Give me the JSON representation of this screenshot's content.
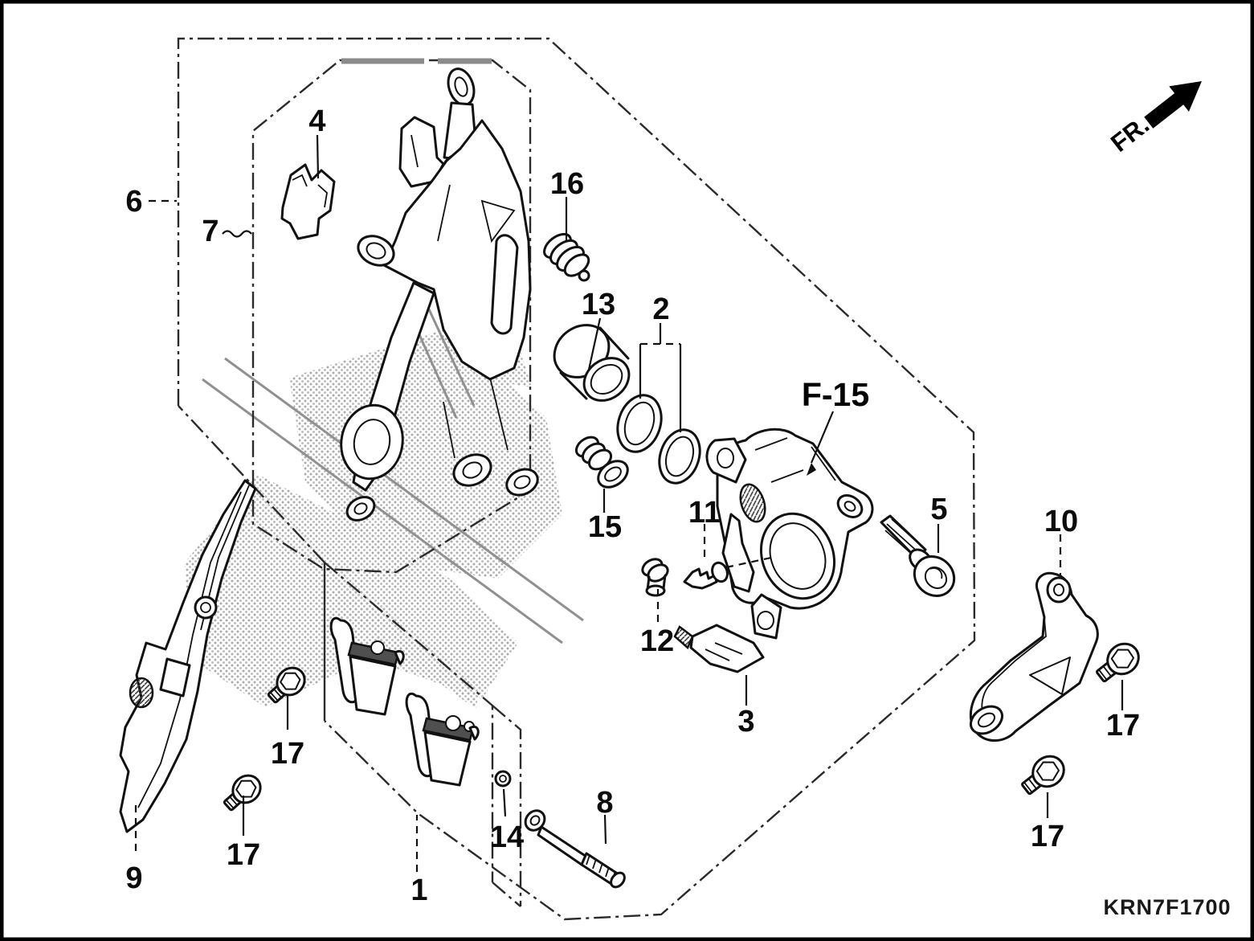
{
  "figure": {
    "code": "KRN7F1700",
    "direction_label": "FR.",
    "frame_reference": "F-15"
  },
  "callouts": {
    "c1": "1",
    "c2": "2",
    "c3": "3",
    "c4": "4",
    "c5": "5",
    "c6": "6",
    "c7": "7",
    "c8": "8",
    "c9": "9",
    "c10": "10",
    "c11": "11",
    "c12": "12",
    "c13": "13",
    "c14": "14",
    "c15": "15",
    "c16": "16",
    "c17a": "17",
    "c17b": "17",
    "c17c": "17",
    "c17d": "17"
  }
}
